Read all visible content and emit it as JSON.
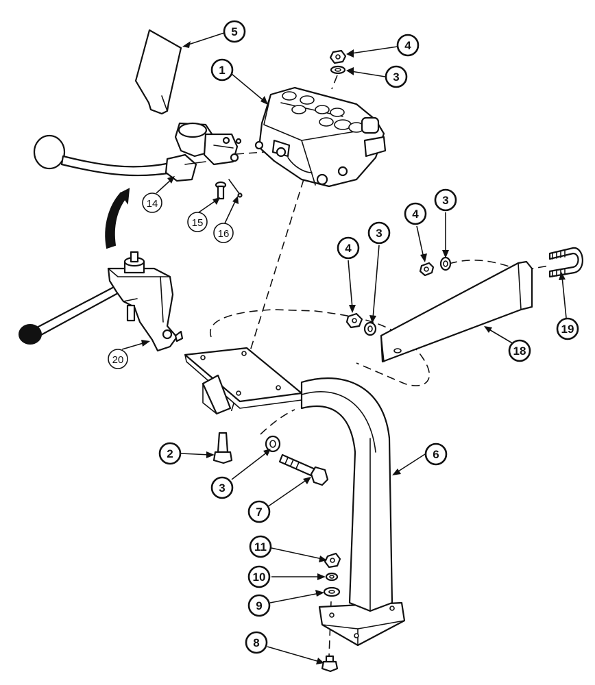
{
  "callouts": [
    {
      "id": "c1",
      "label": "1"
    },
    {
      "id": "c2",
      "label": "2"
    },
    {
      "id": "c3a",
      "label": "3"
    },
    {
      "id": "c3b",
      "label": "3"
    },
    {
      "id": "c3c",
      "label": "3"
    },
    {
      "id": "c3d",
      "label": "3"
    },
    {
      "id": "c4a",
      "label": "4"
    },
    {
      "id": "c4b",
      "label": "4"
    },
    {
      "id": "c4c",
      "label": "4"
    },
    {
      "id": "c5",
      "label": "5"
    },
    {
      "id": "c6",
      "label": "6"
    },
    {
      "id": "c7",
      "label": "7"
    },
    {
      "id": "c8",
      "label": "8"
    },
    {
      "id": "c9",
      "label": "9"
    },
    {
      "id": "c10",
      "label": "10"
    },
    {
      "id": "c11",
      "label": "11"
    },
    {
      "id": "c14",
      "label": "14"
    },
    {
      "id": "c15",
      "label": "15"
    },
    {
      "id": "c16",
      "label": "16"
    },
    {
      "id": "c18",
      "label": "18"
    },
    {
      "id": "c19",
      "label": "19"
    },
    {
      "id": "c20",
      "label": "20"
    }
  ],
  "icons": {
    "valve": "control-valve-icon",
    "cover": "cover-plate-icon",
    "lever": "control-lever-icon",
    "lever_alt": "lever-assembly-icon",
    "stand": "mounting-stand-icon",
    "bracket": "support-bracket-icon",
    "ubolt": "u-bolt-icon",
    "hardware": "fastener-icon"
  }
}
